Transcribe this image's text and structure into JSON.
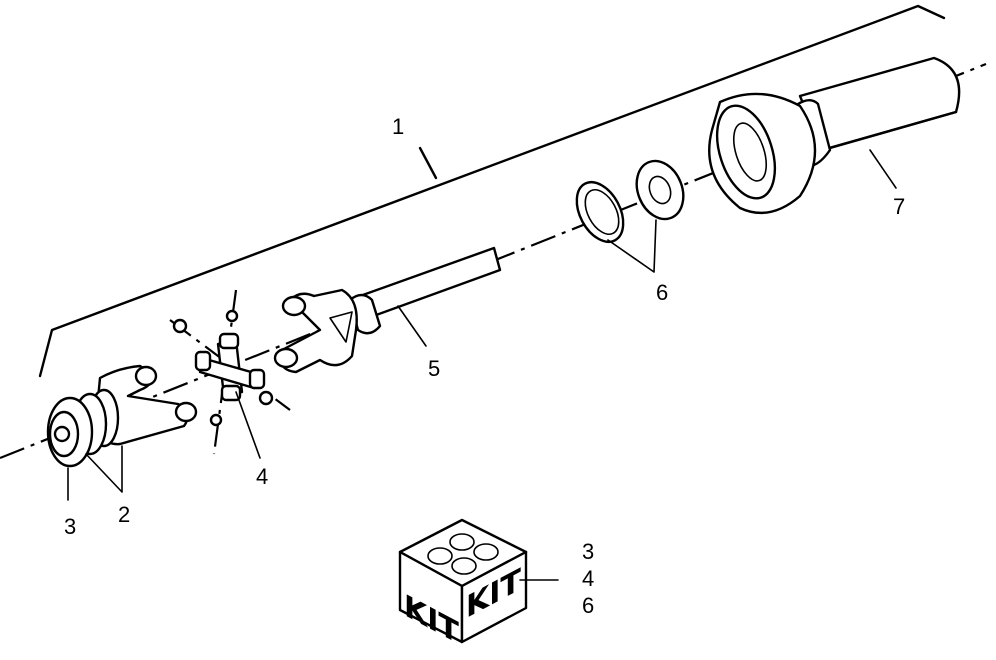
{
  "callouts": {
    "c1": "1",
    "c2": "2",
    "c3": "3",
    "c4": "4",
    "c5": "5",
    "c6": "6",
    "c7": "7"
  },
  "kit": {
    "face_left": "KIT",
    "face_right": "KIT",
    "items": [
      "3",
      "4",
      "6"
    ]
  },
  "colors": {
    "ink": "#000000",
    "paper": "#ffffff"
  }
}
